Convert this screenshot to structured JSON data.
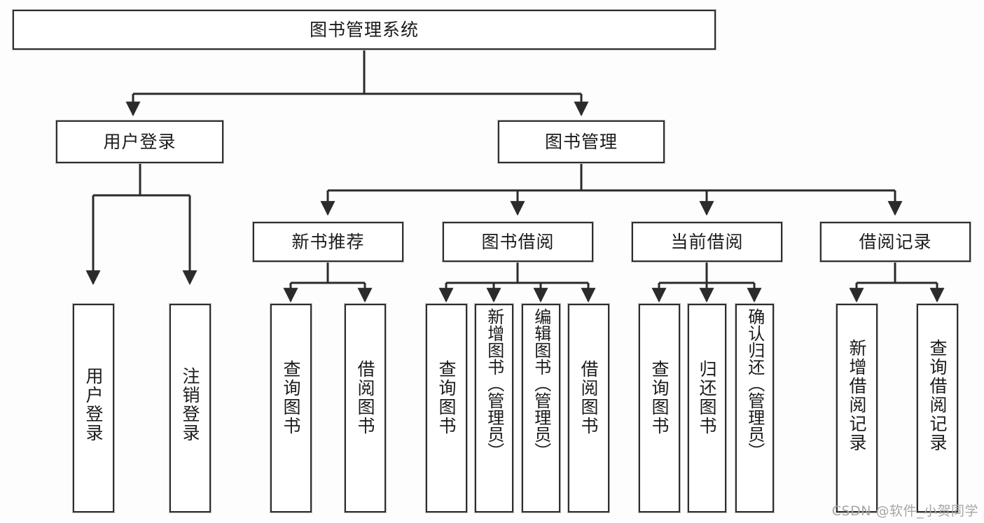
{
  "diagram": {
    "type": "tree-hierarchy",
    "title": "图书管理系统",
    "root": {
      "id": "root",
      "label": "图书管理系统"
    },
    "level2": [
      {
        "id": "user-login",
        "label": "用户登录"
      },
      {
        "id": "book-manage",
        "label": "图书管理"
      }
    ],
    "level3": [
      {
        "id": "new-book-rec",
        "label": "新书推荐",
        "parent": "book-manage"
      },
      {
        "id": "book-borrow",
        "label": "图书借阅",
        "parent": "book-manage"
      },
      {
        "id": "current-borrow",
        "label": "当前借阅",
        "parent": "book-manage"
      },
      {
        "id": "borrow-record",
        "label": "借阅记录",
        "parent": "book-manage"
      }
    ],
    "leaves": {
      "user_login": [
        {
          "id": "leaf-user-login",
          "label": "用户登录"
        },
        {
          "id": "leaf-logout",
          "label": "注销登录"
        }
      ],
      "new_book_rec": [
        {
          "id": "leaf-query-book-1",
          "label": "查询图书"
        },
        {
          "id": "leaf-borrow-book-1",
          "label": "借阅图书"
        }
      ],
      "book_borrow": [
        {
          "id": "leaf-query-book-2",
          "label": "查询图书"
        },
        {
          "id": "leaf-add-book",
          "label": "新增图书（管理员）"
        },
        {
          "id": "leaf-edit-book",
          "label": "编辑图书（管理员）"
        },
        {
          "id": "leaf-borrow-book-2",
          "label": "借阅图书"
        }
      ],
      "current_borrow": [
        {
          "id": "leaf-query-book-3",
          "label": "查询图书"
        },
        {
          "id": "leaf-return-book",
          "label": "归还图书"
        },
        {
          "id": "leaf-confirm-return",
          "label": "确认归还（管理员）"
        }
      ],
      "borrow_record": [
        {
          "id": "leaf-add-record",
          "label": "新增借阅记录"
        },
        {
          "id": "leaf-query-record",
          "label": "查询借阅记录"
        }
      ]
    },
    "colors": {
      "border": "#2e2e2e",
      "edge": "#2b2b2b",
      "node_fill": "#ffffff",
      "canvas": "#fdfdfd",
      "text": "#1b1b1b",
      "watermark": "#a6a6a6"
    }
  },
  "watermark": {
    "text": "CSDN @软件_小贺同学"
  }
}
